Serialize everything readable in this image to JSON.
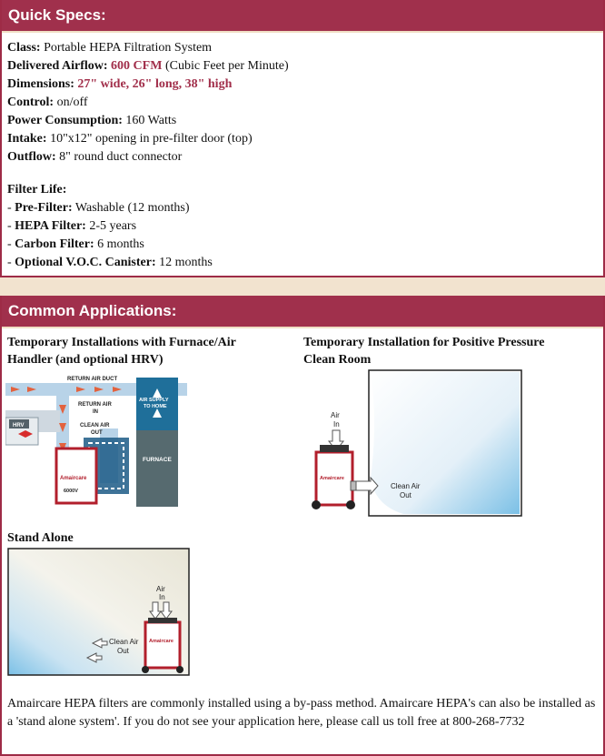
{
  "quick_specs": {
    "header": "Quick Specs:",
    "class": {
      "label": "Class:",
      "value": "Portable HEPA Filtration System"
    },
    "airflow": {
      "label": "Delivered Airflow:",
      "value": "600 CFM",
      "note": "(Cubic Feet per Minute)"
    },
    "dimensions": {
      "label": "Dimensions:",
      "value": "27\" wide, 26\" long, 38\" high"
    },
    "control": {
      "label": "Control:",
      "value": "on/off"
    },
    "power": {
      "label": "Power Consumption:",
      "value": "160 Watts"
    },
    "intake": {
      "label": "Intake:",
      "value": "10\"x12\" opening in pre-filter door (top)"
    },
    "outflow": {
      "label": "Outflow:",
      "value": "8\" round duct connector"
    },
    "filter_life": {
      "title": "Filter Life:",
      "items": [
        {
          "label": "Pre-Filter:",
          "value": "Washable (12 months)"
        },
        {
          "label": "HEPA Filter:",
          "value": "2-5 years"
        },
        {
          "label": "Carbon Filter:",
          "value": "6 months"
        },
        {
          "label": "Optional V.O.C. Canister:",
          "value": "12 months"
        }
      ]
    }
  },
  "common_applications": {
    "header": "Common Applications:",
    "app1": {
      "title_line1": "Temporary Installations with Furnace/Air",
      "title_line2": "Handler (and optional HRV)",
      "labels": {
        "return_duct": "RETURN AIR DUCT",
        "return_in_1": "RETURN AIR",
        "return_in_2": "IN",
        "clean_out_1": "CLEAN AIR",
        "clean_out_2": "OUT",
        "supply_1": "AIR SUPPLY",
        "supply_2": "TO HOME",
        "hrv": "HRV",
        "furnace": "FURNACE",
        "brand": "Amaircare",
        "model": "6000V"
      }
    },
    "app2": {
      "title_line1": "Temporary Installation for Positive Pressure",
      "title_line2": "Clean Room",
      "labels": {
        "air_1": "Air",
        "air_2": "In",
        "clean_1": "Clean Air",
        "clean_2": "Out",
        "brand": "Amaircare"
      }
    },
    "app3": {
      "title": "Stand Alone",
      "labels": {
        "air_1": "Air",
        "air_2": "In",
        "clean_1": "Clean Air",
        "clean_2": "Out",
        "brand": "Amaircare"
      }
    },
    "footer": "Amaircare HEPA filters are commonly installed using a by-pass method. Amaircare HEPA's can also be installed as a 'stand alone system'. If you do not see your application here, please call us toll free at 800-268-7732"
  }
}
